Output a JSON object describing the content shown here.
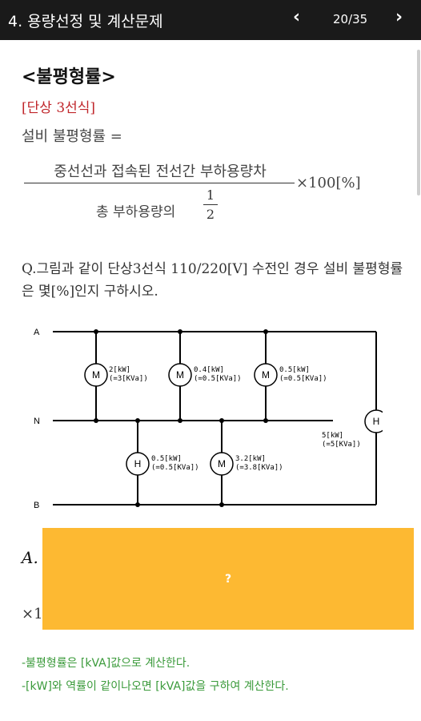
{
  "header": {
    "title": "4. 용량선정 및 계산문제",
    "prev_icon": "‹",
    "page_indicator": "20/35",
    "next_icon": "›"
  },
  "content": {
    "heading": "<불평형률>",
    "type_label": "[단상 3선식]",
    "formula_label": "설비 불평형률 =",
    "numerator": "중선선과 접속된 전선간 부하용량차",
    "denominator": "총 부하용량의",
    "half_num": "1",
    "half_den": "2",
    "multiplier": "×100[%]",
    "question": "Q.그림과 같이 단상3선식 110/220[V] 수전인 경우 설비 불평형률은 몇[%]인지 구하시오.",
    "answer_prefix": "A.",
    "times_partial": "×1",
    "overlay_label": "?",
    "notes": [
      "-불평형률은 [kVA]값으로 계산한다.",
      "-[kW]와 역률이 같이나오면 [kVA]값을 구하여 계산한다."
    ]
  },
  "diagram": {
    "bus_labels": [
      "A",
      "N",
      "B"
    ],
    "loads": [
      {
        "type": "M",
        "l1": "2[kW]",
        "l2": "(=3[KVa])"
      },
      {
        "type": "M",
        "l1": "0.4[kW]",
        "l2": "(=0.5[KVa])"
      },
      {
        "type": "M",
        "l1": "0.5[kW]",
        "l2": "(=0.5[KVa])"
      },
      {
        "type": "H",
        "l1": "0.5[kW]",
        "l2": "(=0.5[KVa])"
      },
      {
        "type": "M",
        "l1": "3.2[kW]",
        "l2": "(=3.8[KVa])"
      },
      {
        "type": "H",
        "l1": "5[kW]",
        "l2": "(=5[KVa])"
      }
    ]
  }
}
